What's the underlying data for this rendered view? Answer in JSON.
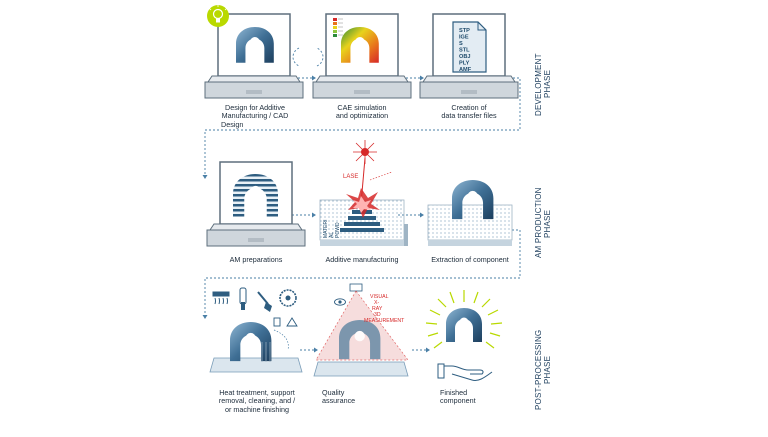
{
  "colors": {
    "navy": "#1e4a6b",
    "steel": "#4a7fa6",
    "light_blue": "#a9c9e0",
    "laser_red": "#d62828",
    "glow_green": "#b9d900",
    "flow_line": "#4a7fa6"
  },
  "phases": {
    "development": [
      "DEVELOPMENT",
      "PHASE"
    ],
    "production": [
      "AM PRODUCTION",
      "PHASE"
    ],
    "post_processing": [
      "POST-PROCESSING",
      "PHASE"
    ]
  },
  "steps": {
    "design": [
      "Design for Additive",
      "Manufacturing / CAD",
      "Design"
    ],
    "cae": [
      "CAE simulation",
      "and optimization"
    ],
    "transfer": [
      "Creation of",
      "data transfer files"
    ],
    "am_prep": [
      "AM preparations"
    ],
    "am": [
      "Additive manufacturing"
    ],
    "extraction": [
      "Extraction of component"
    ],
    "heat": [
      "Heat treatment, support",
      "removal, cleaning, and /",
      "or  machine finishing"
    ],
    "qa": [
      "Quality",
      "assurance"
    ],
    "finished": [
      "Finished",
      "component"
    ]
  },
  "file_types": [
    "STP",
    "IGE",
    "S",
    "STL",
    "OBJ",
    "PLY",
    "AMF"
  ],
  "am_labels": {
    "laser": "LASE",
    "material": [
      "MATERI",
      "AL",
      "POWD"
    ]
  },
  "qa_labels": [
    "VISUAL",
    "X-",
    "RAY",
    "3D",
    "MEASUREMENT"
  ],
  "icons": [
    "lightbulb-icon",
    "laptop-icon",
    "file-icon",
    "laser-icon",
    "powder-bed-icon",
    "heat-icon",
    "scraper-icon",
    "brush-icon",
    "saw-blade-icon",
    "recycle-icon",
    "eye-icon",
    "hand-icon"
  ]
}
